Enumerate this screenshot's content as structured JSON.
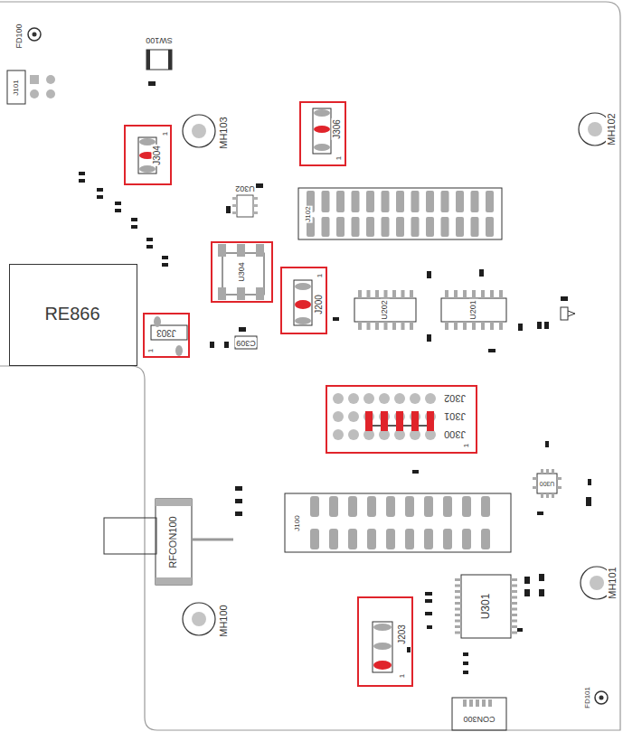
{
  "diagram": {
    "nodes": [
      {
        "text": [
          "RE866"
        ]
      },
      {
        "text": [
          "J304",
          "1"
        ]
      },
      {
        "text": [
          "J306",
          "1"
        ]
      },
      {
        "text": [
          "U304"
        ]
      },
      {
        "text": [
          "J200",
          "1"
        ]
      },
      {
        "text": [
          "J303",
          "1"
        ]
      },
      {
        "text": [
          "J302",
          "J301",
          "J300",
          "1"
        ]
      },
      {
        "text": [
          "J203",
          "1"
        ]
      }
    ],
    "labels": [
      "FD100",
      "SW100",
      "J101",
      "MH103",
      "MH102",
      "U302",
      "J102",
      "U202",
      "U201",
      "C309",
      "U300",
      "J100",
      "RFCON100",
      "MH101",
      "MH100",
      "U301",
      "CON300",
      "FD101"
    ]
  }
}
